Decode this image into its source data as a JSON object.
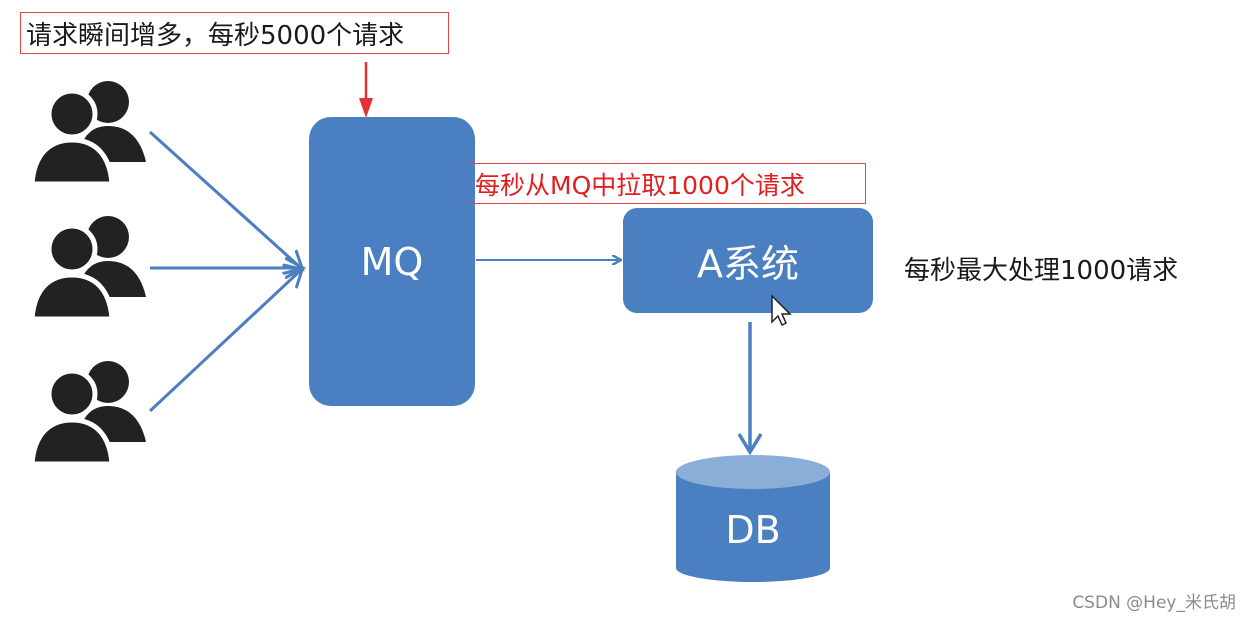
{
  "callouts": {
    "burst_note": "请求瞬间增多，每秒5000个请求",
    "pull_note": "每秒从MQ中拉取1000个请求"
  },
  "nodes": {
    "mq": "MQ",
    "system_a": "A系统",
    "db": "DB"
  },
  "side_note": "每秒最大处理1000请求",
  "watermark": "CSDN @Hey_米氏胡",
  "colors": {
    "box_fill": "#4a7fc1",
    "db_top": "#8aaed8",
    "arrow": "#4a7fc1",
    "callout_border": "#e04848",
    "callout_red_text": "#e02020",
    "user_icon": "#222222"
  },
  "icons": [
    "user-group-icon",
    "user-group-icon",
    "user-group-icon",
    "mouse-cursor-icon"
  ]
}
